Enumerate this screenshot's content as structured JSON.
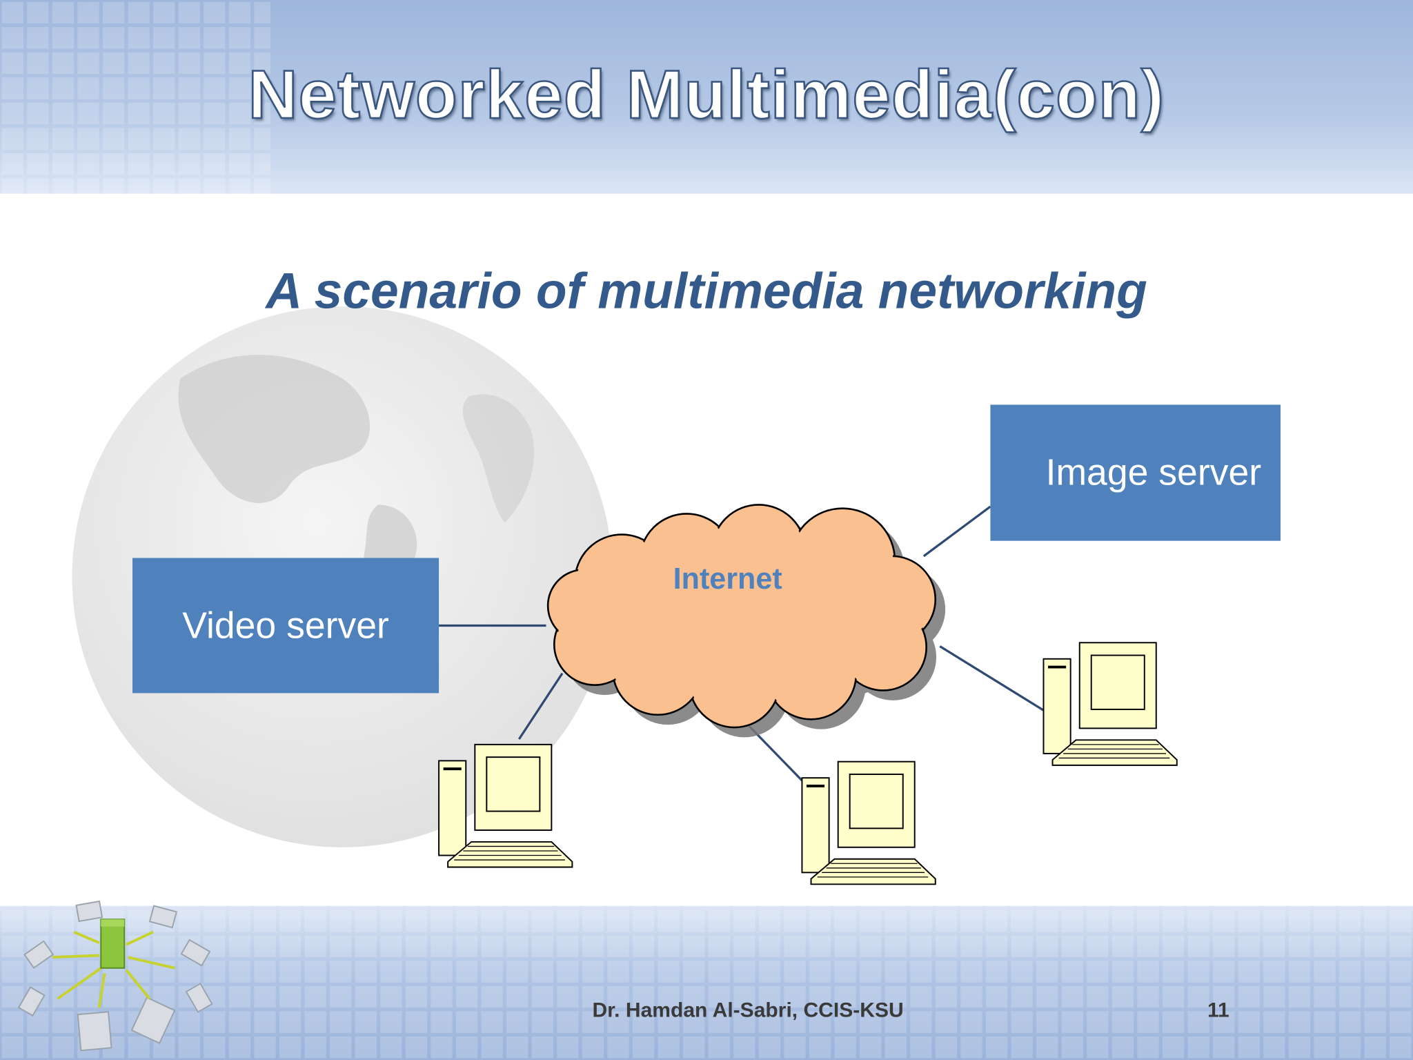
{
  "slide": {
    "title": "Networked Multimedia(con)",
    "subtitle": "A scenario of multimedia networking",
    "footer": "Dr. Hamdan Al-Sabri, CCIS-KSU",
    "page_number": "11"
  },
  "diagram": {
    "nodes": {
      "video_server": "Video server",
      "image_server": "Image server",
      "internet": "Internet"
    },
    "client_count": 3
  },
  "colors": {
    "box_fill": "#4f81bd",
    "cloud_fill": "#fac090",
    "computer_fill": "#ffffcc",
    "link_color": "#2e4a72",
    "subtitle_color": "#345a8c"
  }
}
